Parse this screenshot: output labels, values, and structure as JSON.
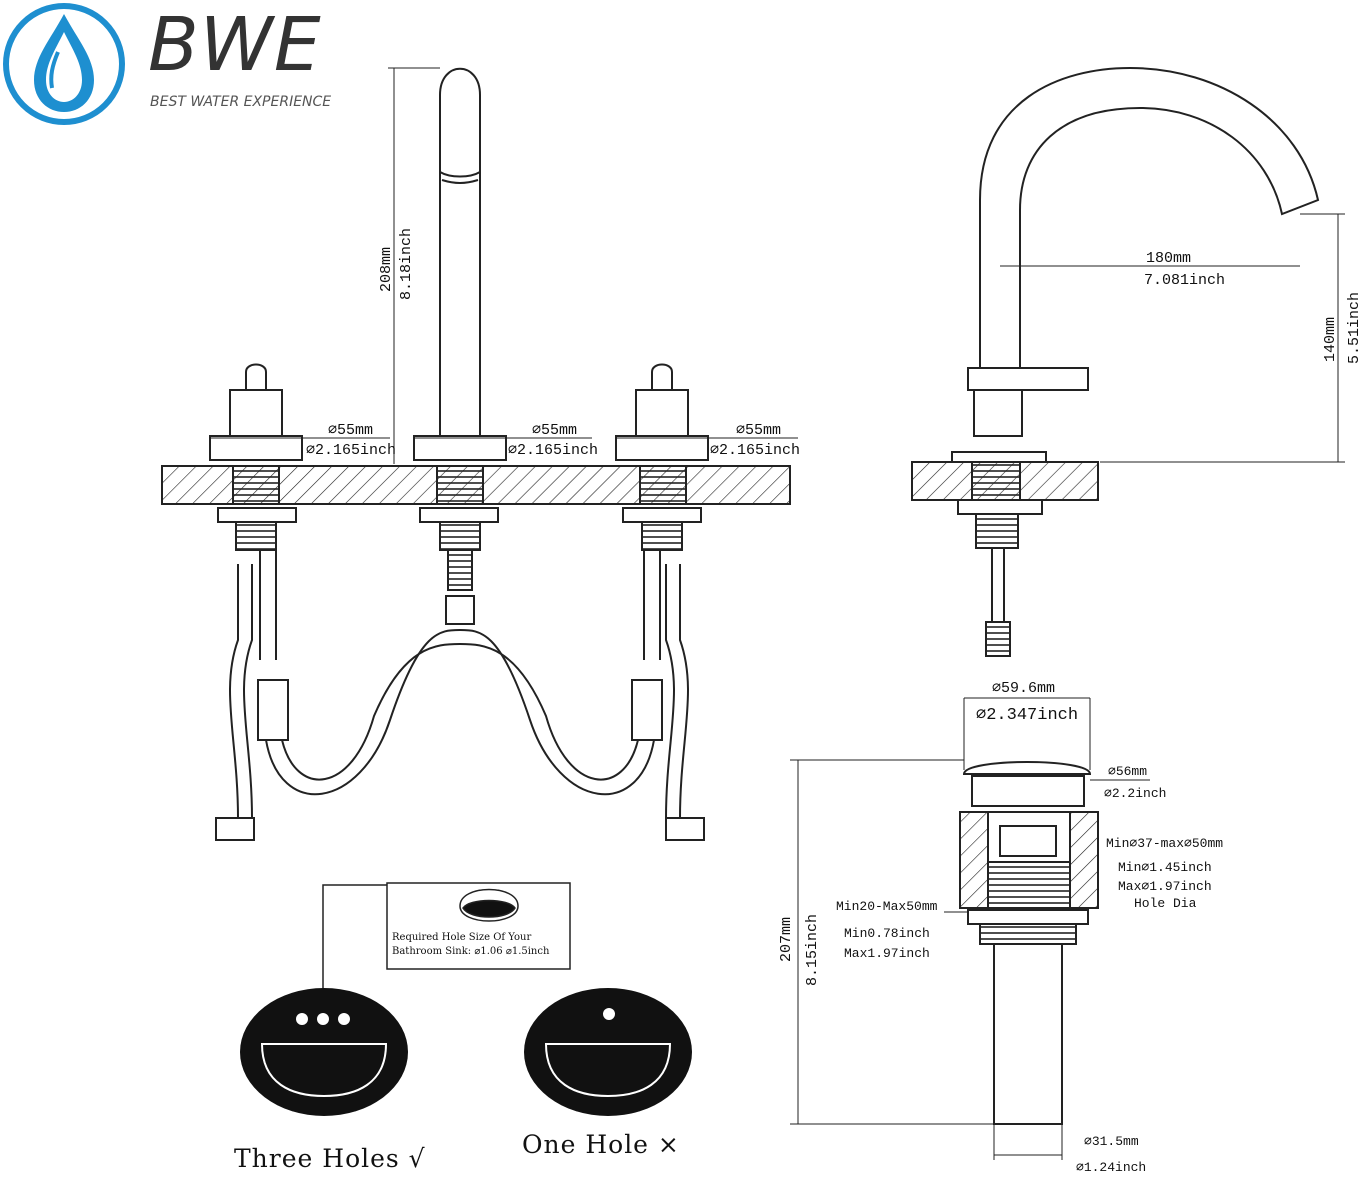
{
  "logo": {
    "title": "BWE",
    "subtitle": "BEST WATER EXPERIENCE",
    "brand_color": "#1e8fd0",
    "icon": "water-drop-icon"
  },
  "front_view": {
    "spout_height_mm": "208mm",
    "spout_height_in": "8.18inch",
    "left_base_mm": "⌀55mm",
    "left_base_in": "⌀2.165inch",
    "center_base_mm": "⌀55mm",
    "center_base_in": "⌀2.165inch",
    "right_base_mm": "⌀55mm",
    "right_base_in": "⌀2.165inch"
  },
  "side_view": {
    "reach_mm": "180mm",
    "reach_in": "7.081inch",
    "height_mm": "140mm",
    "height_in": "5.51inch"
  },
  "drain": {
    "cap_mm": "⌀59.6mm",
    "cap_in": "⌀2.347inch",
    "flange_mm": "⌀56mm",
    "flange_in": "⌀2.2inch",
    "hole_range": "Min⌀37-max⌀50mm",
    "hole_min": "Min⌀1.45inch",
    "hole_max": "Max⌀1.97inch",
    "hole_label": "Hole Dia",
    "thick_range": "Min20-Max50mm",
    "thick_min": "Min0.78inch",
    "thick_max": "Max1.97inch",
    "height_mm": "207mm",
    "height_in": "8.15inch",
    "tail_mm": "⌀31.5mm",
    "tail_in": "⌀1.24inch"
  },
  "hole_note": {
    "line1": "Required Hole Size Of Your",
    "line2": "Bathroom Sink: ⌀1.06 ⌀1.5inch"
  },
  "sinks": {
    "three_holes": "Three Holes √",
    "one_hole": "One Hole ×"
  }
}
